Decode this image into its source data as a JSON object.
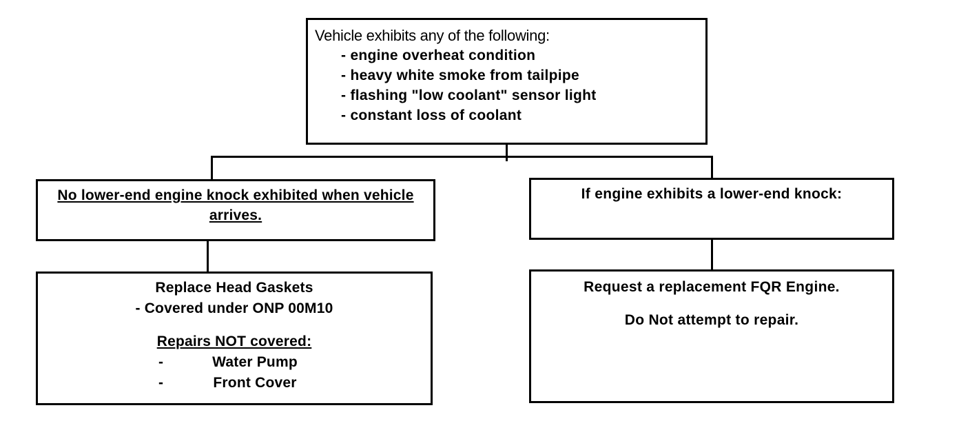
{
  "top": {
    "intro": "Vehicle exhibits any of the following:",
    "symptoms": [
      "engine overheat condition",
      "heavy white smoke from tailpipe",
      "flashing \"low coolant\" sensor light",
      "constant loss of coolant"
    ]
  },
  "left_condition": {
    "text": "No lower-end engine knock exhibited when vehicle arrives."
  },
  "right_condition": {
    "text": "If engine exhibits a lower-end knock:"
  },
  "left_action": {
    "title": "Replace Head Gaskets",
    "coverage": "- Covered under ONP 00M10",
    "not_covered_heading": "Repairs NOT covered:",
    "items": [
      {
        "dash": "-",
        "label": "Water Pump"
      },
      {
        "dash": "-",
        "label": "Front Cover"
      }
    ]
  },
  "right_action": {
    "line1": "Request a replacement FQR Engine.",
    "line2": "Do Not attempt to repair."
  }
}
